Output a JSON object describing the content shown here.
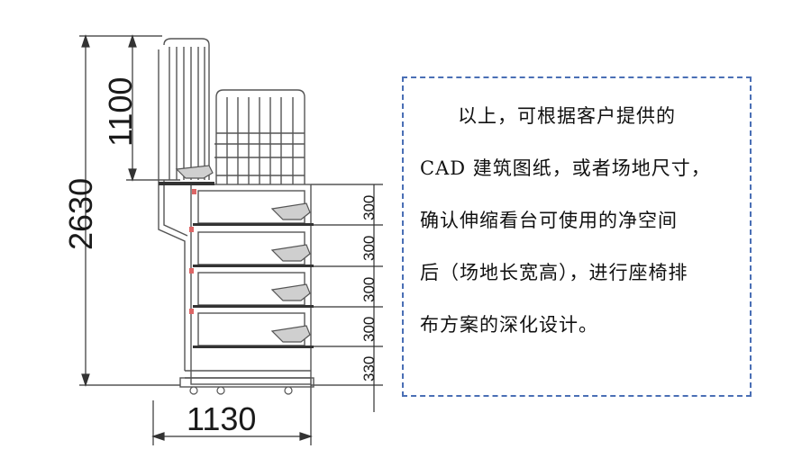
{
  "dimensions": {
    "total_height": "2630",
    "top_height": "1100",
    "step_heights": [
      "300",
      "300",
      "300",
      "300"
    ],
    "bottom_height": "330",
    "width": "1130"
  },
  "note": {
    "lines": [
      "以上，可根据客户提供的",
      "CAD 建筑图纸，或者场地尺寸，",
      "确认伸缩看台可使用的净空间",
      "后（场地长宽高），进行座椅排",
      "布方案的深化设计。"
    ]
  },
  "colors": {
    "line": "#555555",
    "dim_line": "#333333",
    "border": "#4a6fb5",
    "seat": "#9a9a9a"
  }
}
